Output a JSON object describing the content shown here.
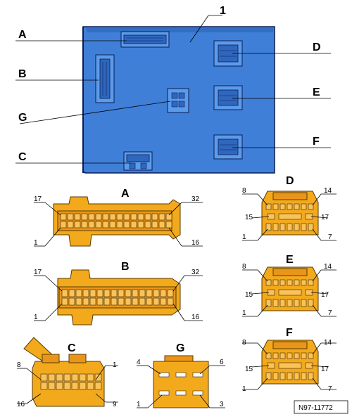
{
  "labels": {
    "one": "1",
    "A": "A",
    "B": "B",
    "C": "C",
    "D": "D",
    "E": "E",
    "F": "F",
    "G": "G"
  },
  "pins": {
    "A": {
      "top_left": "17",
      "top_right": "32",
      "bottom_left": "1",
      "bottom_right": "16"
    },
    "B": {
      "top_left": "17",
      "top_right": "32",
      "bottom_left": "1",
      "bottom_right": "16"
    },
    "C": {
      "top_left": "8",
      "top_right": "1",
      "bottom_left": "16",
      "bottom_right": "9"
    },
    "G": {
      "top_left": "4",
      "top_right": "6",
      "bottom_left": "1",
      "bottom_right": "3"
    },
    "D": {
      "top_left": "8",
      "top_right": "14",
      "mid_left": "15",
      "mid_right": "17",
      "bottom_left": "1",
      "bottom_right": "7"
    },
    "E": {
      "top_left": "8",
      "top_right": "14",
      "mid_left": "15",
      "mid_right": "17",
      "bottom_left": "1",
      "bottom_right": "7"
    },
    "F": {
      "top_left": "8",
      "top_right": "14",
      "mid_left": "15",
      "mid_right": "17",
      "bottom_left": "1",
      "bottom_right": "7"
    }
  },
  "ref_code": "N97-11772"
}
